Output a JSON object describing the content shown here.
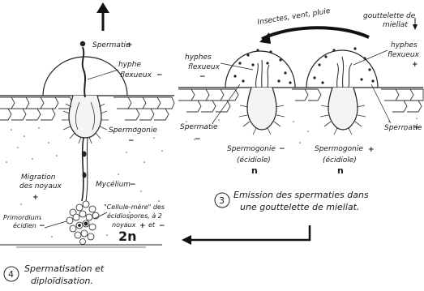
{
  "left_panel": {
    "spermatie": "Spermatie",
    "spermatie_sign": "+",
    "hyphe_flexueux_1": "hyphe",
    "hyphe_flexueux_2": "flexueux",
    "hyphe_sign": "−",
    "spermogonie": "Spermogonie",
    "spermogonie_sign": "−",
    "migration_1": "Migration",
    "migration_2": "des noyaux",
    "migration_sign": "+",
    "mycelium": "Mycélium",
    "mycelium_sign": "−",
    "primordium_1": "Primordium",
    "primordium_2": "écidien",
    "primordium_sign": "−",
    "cellule_mere_1": "\"Cellule-mère\" des",
    "cellule_mere_2": "écidiospores, à 2",
    "cellule_mere_3": "noyaux",
    "cellule_mere_plus": "+",
    "cellule_mere_et": "et",
    "cellule_mere_minus": "−",
    "ploidy": "2n"
  },
  "right_panel": {
    "vectors": "Insectes, vent, pluie",
    "gouttelette_1": "gouttelette de",
    "gouttelette_2": "miellat",
    "hyphes_left_1": "hyphes",
    "hyphes_left_2": "flexueux",
    "hyphes_left_sign": "−",
    "hyphes_right_1": "hyphes",
    "hyphes_right_2": "flexueux",
    "hyphes_right_sign": "+",
    "spermatie_left": "Spermatie",
    "spermatie_left_sign": "−",
    "spermatie_right": "Spermatie",
    "spermatie_right_sign": "+",
    "spermogonie_left": "Spermogonie",
    "spermogonie_left_sign": "−",
    "spermogonie_left_sub": "(écidiole)",
    "spermogonie_left_n": "n",
    "spermogonie_right": "Spermogonie",
    "spermogonie_right_sign": "+",
    "spermogonie_right_sub": "(écidiole)",
    "spermogonie_right_n": "n"
  },
  "captions": {
    "step3_number": "3",
    "step3_line1": "Emission des spermaties dans",
    "step3_line2": "une gouttelette de miellat.",
    "step4_number": "4",
    "step4_line1": "Spermatisation et",
    "step4_line2": "diploïdisation."
  }
}
